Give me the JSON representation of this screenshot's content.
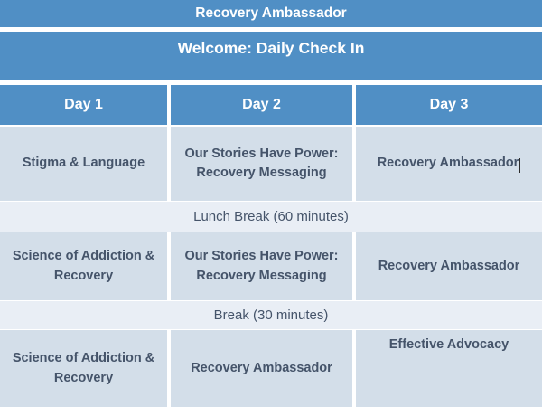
{
  "slide": {
    "title": "Recovery Ambassador",
    "welcome": "Welcome: Daily Check In"
  },
  "colors": {
    "header_blue": "#508FC5",
    "cell_fill": "#D3DEE9",
    "break_fill": "#E9EEF5",
    "text_dark": "#45546A",
    "text_light": "#FFFFFF"
  },
  "table": {
    "day_headers": [
      "Day 1",
      "Day 2",
      "Day 3"
    ],
    "sessions": [
      {
        "day1": "Stigma & Language",
        "day2": "Our Stories Have Power: Recovery Messaging",
        "day3": "Recovery Ambassador"
      },
      {
        "day1": "Science of Addiction & Recovery",
        "day2": "Our Stories Have Power: Recovery Messaging",
        "day3": "Recovery Ambassador"
      },
      {
        "day1": "Science of Addiction & Recovery",
        "day2": "Recovery Ambassador",
        "day3": "Effective Advocacy"
      }
    ],
    "breaks": [
      "Lunch Break (60 minutes)",
      "Break (30 minutes)"
    ]
  }
}
